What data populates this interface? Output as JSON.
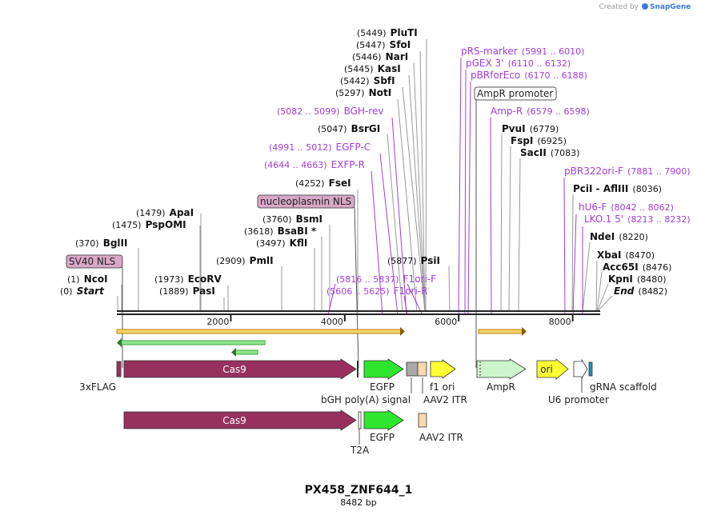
{
  "branding": {
    "created_by": "Created by",
    "app": "SnapGene"
  },
  "plasmid": {
    "name": "PX458_ZNF644_1",
    "size": "8482 bp",
    "length": 8482
  },
  "axis": {
    "ticks": [
      2000,
      4000,
      6000,
      8000
    ],
    "tick_labels": [
      "2000",
      "4000",
      "6000",
      "8000"
    ]
  },
  "sites": [
    {
      "pos": "(0)",
      "name": "Start",
      "italic": true,
      "bp": 0
    },
    {
      "pos": "(1)",
      "name": "NcoI",
      "bp": 1
    },
    {
      "pos": "(370)",
      "name": "BglII",
      "bp": 370
    },
    {
      "pos": "(1475)",
      "name": "PspOMI",
      "bp": 1475
    },
    {
      "pos": "(1479)",
      "name": "ApaI",
      "bp": 1479
    },
    {
      "pos": "(1889)",
      "name": "PasI",
      "bp": 1889
    },
    {
      "pos": "(1973)",
      "name": "EcoRV",
      "bp": 1973
    },
    {
      "pos": "(2909)",
      "name": "PmlI",
      "bp": 2909
    },
    {
      "pos": "(3497)",
      "name": "KflI",
      "bp": 3497
    },
    {
      "pos": "(3618)",
      "name": "BsaBI *",
      "bp": 3618
    },
    {
      "pos": "(3760)",
      "name": "BsmI",
      "bp": 3760
    },
    {
      "pos": "(4252)",
      "name": "FseI",
      "bp": 4252
    },
    {
      "pos": "(5047)",
      "name": "BsrGI",
      "bp": 5047
    },
    {
      "pos": "(5297)",
      "name": "NotI",
      "bp": 5297
    },
    {
      "pos": "(5442)",
      "name": "SbfI",
      "bp": 5442
    },
    {
      "pos": "(5445)",
      "name": "KasI",
      "bp": 5445
    },
    {
      "pos": "(5446)",
      "name": "NarI",
      "bp": 5446
    },
    {
      "pos": "(5447)",
      "name": "SfoI",
      "bp": 5447
    },
    {
      "pos": "(5449)",
      "name": "PluTI",
      "bp": 5449
    },
    {
      "pos": "(5877)",
      "name": "PsiI",
      "bp": 5877
    },
    {
      "pos": "(6779)",
      "name": "PvuI",
      "bp": 6779
    },
    {
      "pos": "(6925)",
      "name": "FspI",
      "bp": 6925
    },
    {
      "pos": "(7083)",
      "name": "SacII",
      "bp": 7083
    },
    {
      "pos": "(8036)",
      "name": "PciI  -  AflIII",
      "bp": 8036
    },
    {
      "pos": "(8220)",
      "name": "NdeI",
      "bp": 8220
    },
    {
      "pos": "(8470)",
      "name": "XbaI",
      "bp": 8470
    },
    {
      "pos": "(8476)",
      "name": "Acc65I",
      "bp": 8476
    },
    {
      "pos": "(8480)",
      "name": "KpnI",
      "bp": 8480
    },
    {
      "pos": "(8482)",
      "name": "End",
      "italic": true,
      "bp": 8482
    }
  ],
  "primers": [
    {
      "name": "BGH-rev",
      "range": "(5082 .. 5099)"
    },
    {
      "name": "EGFP-C",
      "range": "(4991 .. 5012)"
    },
    {
      "name": "EXFP-R",
      "range": "(4644 .. 4663)"
    },
    {
      "name": "F1ori-F",
      "range": "(5816 .. 5837)"
    },
    {
      "name": "F1ori-R",
      "range": "(5606 .. 5625)"
    },
    {
      "name": "pRS-marker",
      "range": "(5991 .. 6010)"
    },
    {
      "name": "pGEX 3'",
      "range": "(6110 .. 6132)"
    },
    {
      "name": "pBRforEco",
      "range": "(6170 .. 6188)"
    },
    {
      "name": "Amp-R",
      "range": "(6579 .. 6598)"
    },
    {
      "name": "pBR322ori-F",
      "range": "(7881 .. 7900)"
    },
    {
      "name": "hU6-F",
      "range": "(8042 .. 8062)"
    },
    {
      "name": "LKO.1 5'",
      "range": "(8213 .. 8232)"
    }
  ],
  "boxed_labels": {
    "sv40": "SV40 NLS",
    "nucleoplasmin": "nucleoplasmin NLS",
    "ampr_promoter": "AmpR promoter"
  },
  "features": {
    "flag": "3xFLAG",
    "cas9": "Cas9",
    "egfp": "EGFP",
    "bgh": "bGH poly(A) signal",
    "f1ori": "f1 ori",
    "aav2": "AAV2 ITR",
    "ampr": "AmpR",
    "ori": "ori",
    "u6": "U6 promoter",
    "grna": "gRNA scaffold",
    "t2a": "T2A"
  },
  "colors": {
    "cas9": "#97305f",
    "egfp": "#2ee62e",
    "ampr": "#ccf5cc",
    "ori": "#ffff33",
    "aav2": "#f9d8b0",
    "f1ori": "#a9a9a9",
    "grna": "#1e90c8",
    "primer": "#a23ddb",
    "nls_box": "#d9a7c7"
  }
}
